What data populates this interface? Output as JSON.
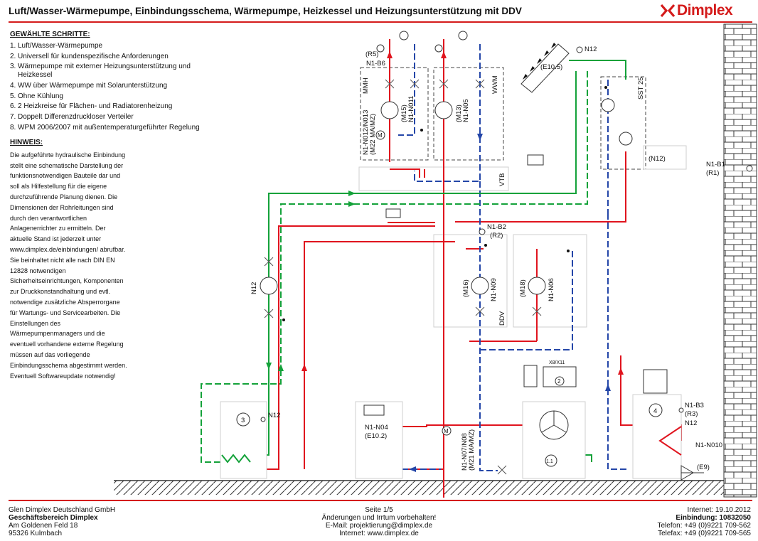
{
  "header": {
    "title": "Luft/Wasser-Wärmepumpe, Einbindungsschema, Wärmepumpe, Heizkessel und Heizungsunterstützung mit DDV",
    "logo_text": "Dimplex",
    "brand_color": "#d41b1b"
  },
  "left_panel": {
    "steps_heading": "GEWÄHLTE SCHRITTE:",
    "steps": [
      {
        "num": "1.",
        "text": "Luft/Wasser-Wärmepumpe"
      },
      {
        "num": "2.",
        "text": "Universell für kundenspezifische Anforderungen"
      },
      {
        "num": "3.",
        "text": "Wärmepumpe mit externer Heizungsunterstützung und Heizkessel"
      },
      {
        "num": "4.",
        "text": "WW über Wärmepumpe mit Solarunterstützung"
      },
      {
        "num": "5.",
        "text": "Ohne Kühlung"
      },
      {
        "num": "6.",
        "text": "2 Heizkreise für Flächen- und Radiatorenheizung"
      },
      {
        "num": "7.",
        "text": "Doppelt Differenzdruckloser Verteiler"
      },
      {
        "num": "8.",
        "text": "WPM 2006/2007 mit außentemperaturgeführter Regelung"
      }
    ],
    "note_heading": "HINWEIS:",
    "note_text": "Die aufgeführte hydraulische Einbindung stellt eine schematische Darstellung der funktionsnotwendigen Bauteile dar und soll als Hilfestellung für die eigene durchzuführende Planung dienen. Die Dimensionen der Rohrleitungen sind durch den verantwortlichen Anlagenerrichter zu ermitteln. Der aktuelle Stand ist jederzeit unter www.dimplex.de/einbindungen/ abrufbar. Sie beinhaltet nicht alle nach DIN EN 12828 notwendigen Sicherheitseinrichtungen, Komponenten zur Druckkonstandhaltung und evtl. notwendige zusätzliche Absperrorgane für Wartungs- und Servicearbeiten. Die Einstellungen des Wärmepumpenmanagers und die eventuell vorhandene externe Regelung müssen auf das vorliegende Einbindungsschema abgestimmt werden. Eventuell Softwareupdate notwendig!"
  },
  "diagram": {
    "colors": {
      "supply": "#e0141e",
      "return": "#2446a8",
      "solar": "#14a23a",
      "frame": "#444444"
    },
    "labels": {
      "r5": "(R5)",
      "n1_b6": "N1-B6",
      "mmh": "MMH",
      "m15": "(M15)",
      "n1_n011": "N1-N011",
      "n1_n012": "N1-N012/N013",
      "m22": "(M22 MA/MZ)",
      "m13": "(M13)",
      "n1_n05": "N1-N05",
      "wwm": "WWM",
      "vtb": "VTB",
      "n12_top": "N12",
      "e10_5": "(E10.5)",
      "sst25": "SST 25",
      "n12_sst": "(N12)",
      "n1_b1": "N1-B1",
      "r1": "(R1)",
      "n1_b2": "N1-B2",
      "r2": "(R2)",
      "n12_left": "N12",
      "m16": "(M16)",
      "n1_n09": "N1-N09",
      "m18": "(M18)",
      "n1_n06": "N1-N06",
      "ddv": "DDV",
      "x8x11": "X8/X11",
      "c2": "2",
      "c3": "3",
      "n12_c3": "N12",
      "n1_n04": "N1-N04",
      "e10_2": "(E10.2)",
      "n1_n07": "N1-N07/N08",
      "m21": "(M21 MA/MZ)",
      "c1_1": "1.1",
      "c4": "4",
      "n1_b3": "N1-B3",
      "r3": "(R3)",
      "n12_c4": "N12",
      "n1_n010": "N1-N010",
      "e9": "(E9)",
      "m_mixer": "M"
    }
  },
  "footer": {
    "company": "Glen Dimplex Deutschland GmbH",
    "division": "Geschäftsbereich Dimplex",
    "street": "Am Goldenen Feld 18",
    "city": "95326 Kulmbach",
    "page": "Seite 1/5",
    "disclaimer": "Änderungen und Irrtum vorbehalten!",
    "email": "E-Mail: projektierung@dimplex.de",
    "internet": "Internet: www.dimplex.de",
    "date": "Internet: 19.10.2012",
    "einbindung": "Einbindung: 10832050",
    "phone": "Telefon: +49 (0)9221 709-562",
    "fax": "Telefax: +49 (0)9221 709-565"
  }
}
